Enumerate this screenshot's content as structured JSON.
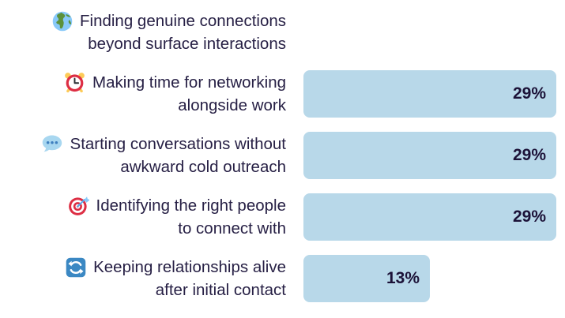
{
  "colors": {
    "bar_fill": "#b8d8e9",
    "label_text": "#272045",
    "value_text": "#1c1238",
    "background": "#ffffff"
  },
  "chart_data": {
    "type": "bar",
    "orientation": "horizontal",
    "title": "",
    "xlabel": "",
    "ylabel": "",
    "unit": "%",
    "xlim": [
      0,
      29
    ],
    "grid": false,
    "legend": false,
    "categories": [
      "Finding genuine connections beyond surface interactions",
      "Making time for networking alongside work",
      "Starting conversations without awkward cold outreach",
      "Identifying the right people to connect with",
      "Keeping relationships alive after initial contact"
    ],
    "values": [
      null,
      29,
      29,
      29,
      13
    ],
    "data_labels": [
      "",
      "29%",
      "29%",
      "29%",
      "13%"
    ],
    "bar_color": "#b8d8e9",
    "note": "first category shows no bar in the visible image"
  },
  "rows": [
    {
      "icon": "globe",
      "line1": "Finding genuine connections",
      "line2": "beyond surface interactions",
      "value_label": null,
      "bar_width_pct": null
    },
    {
      "icon": "alarm-clock",
      "line1": "Making time for networking",
      "line2": "alongside work",
      "value_label": "29%",
      "bar_width_pct": 100
    },
    {
      "icon": "speech-bubble",
      "line1": "Starting conversations without",
      "line2": "awkward cold outreach",
      "value_label": "29%",
      "bar_width_pct": 100
    },
    {
      "icon": "target",
      "line1": "Identifying the right people",
      "line2": "to connect with",
      "value_label": "29%",
      "bar_width_pct": 100
    },
    {
      "icon": "refresh",
      "line1": "Keeping relationships alive",
      "line2": "after initial contact",
      "value_label": "13%",
      "bar_width_pct": 50
    }
  ]
}
